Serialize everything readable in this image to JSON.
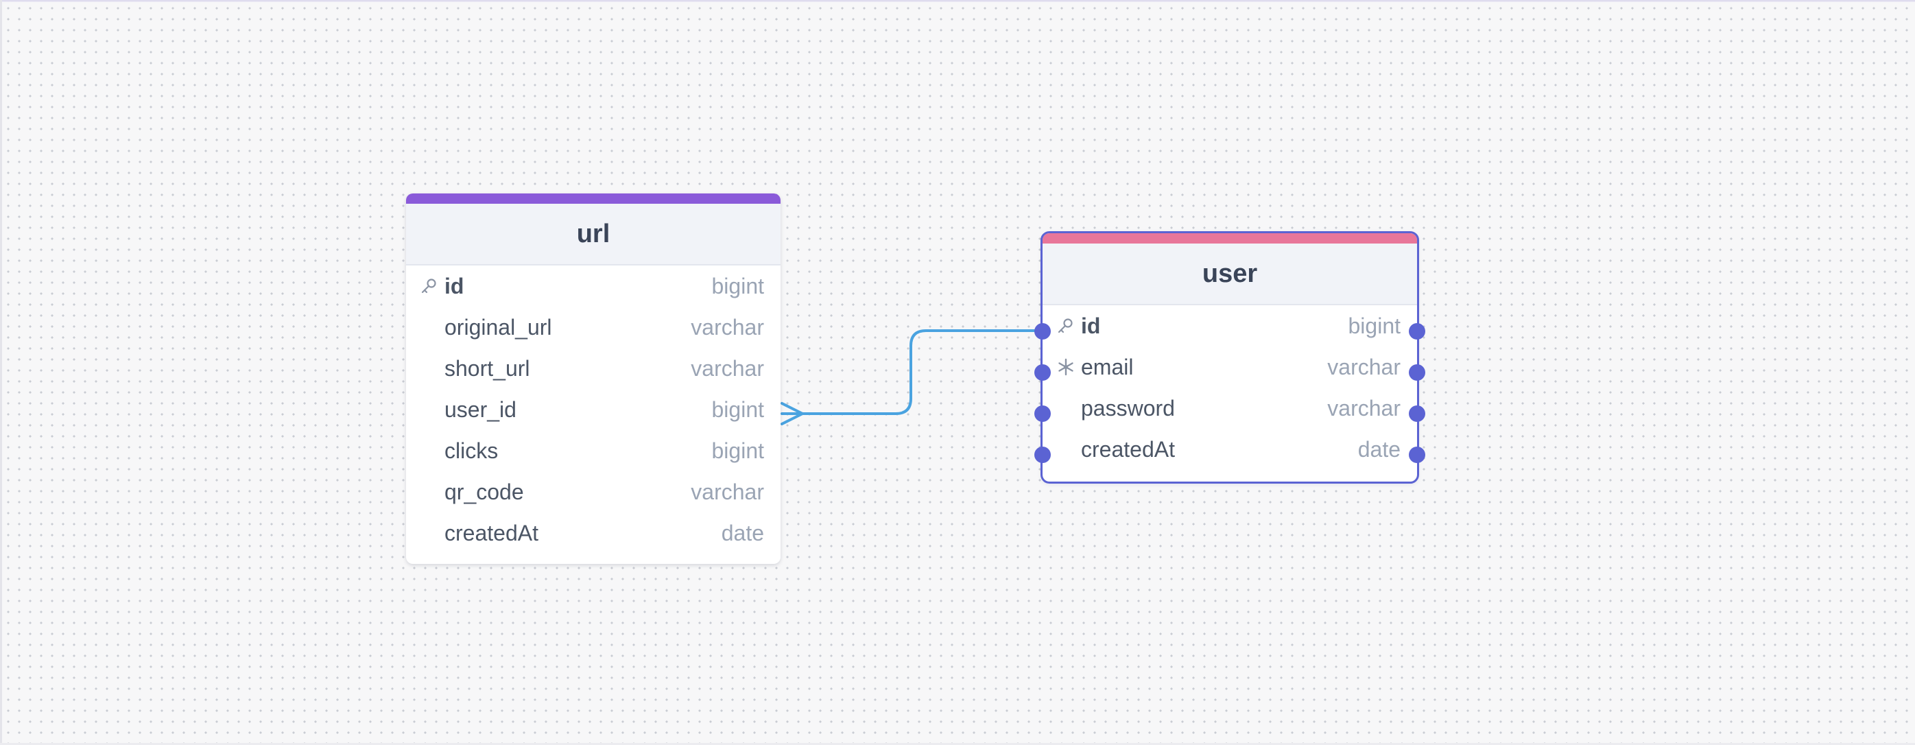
{
  "colors": {
    "canvas_bg": "#f7f7f8",
    "url_accent": "#8a5ad9",
    "user_accent": "#e8769a",
    "selection": "#5b63d3",
    "edge": "#4aa3e0"
  },
  "tables": {
    "url": {
      "title": "url",
      "columns": [
        {
          "name": "id",
          "type": "bigint",
          "icon": "key-icon",
          "primary": true
        },
        {
          "name": "original_url",
          "type": "varchar"
        },
        {
          "name": "short_url",
          "type": "varchar"
        },
        {
          "name": "user_id",
          "type": "bigint"
        },
        {
          "name": "clicks",
          "type": "bigint"
        },
        {
          "name": "qr_code",
          "type": "varchar"
        },
        {
          "name": "createdAt",
          "type": "date"
        }
      ]
    },
    "user": {
      "title": "user",
      "selected": true,
      "columns": [
        {
          "name": "id",
          "type": "bigint",
          "icon": "key-icon",
          "primary": true
        },
        {
          "name": "email",
          "type": "varchar",
          "icon": "unique-snowflake-icon"
        },
        {
          "name": "password",
          "type": "varchar"
        },
        {
          "name": "createdAt",
          "type": "date"
        }
      ]
    }
  },
  "relationship": {
    "from": "url.user_id",
    "to": "user.id",
    "cardinality": "many-to-one"
  }
}
